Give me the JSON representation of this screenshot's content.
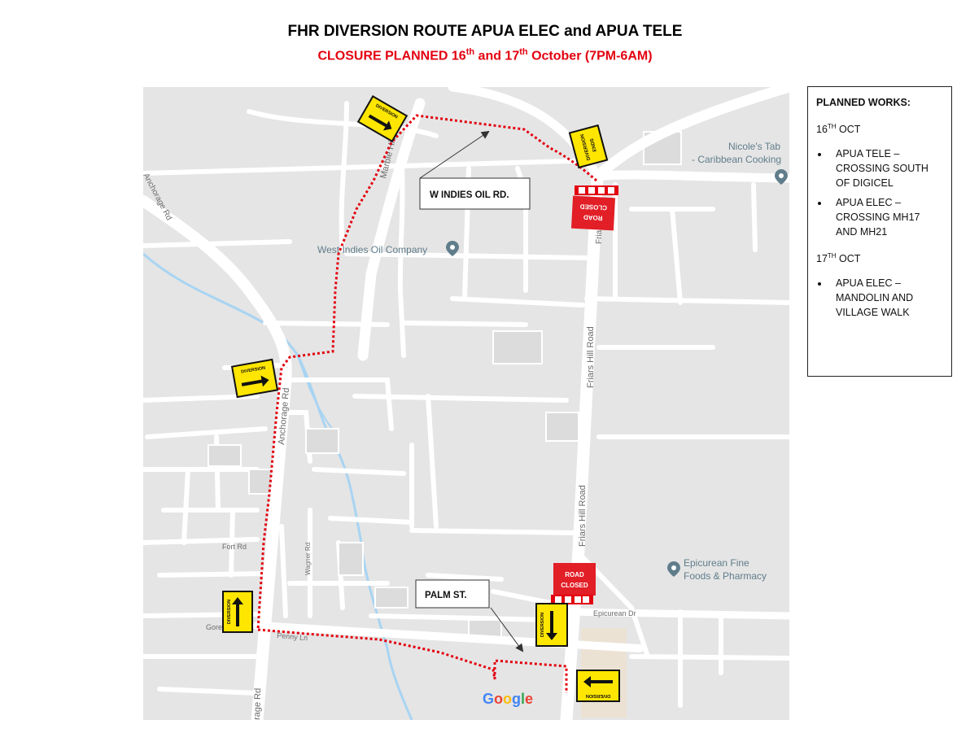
{
  "document": {
    "title": "FHR DIVERSION ROUTE APUA ELEC and APUA TELE",
    "subtitle_parts": [
      "CLOSURE PLANNED 16",
      "th",
      " and 17",
      "th",
      " October (7PM-6AM)"
    ],
    "subtitle_color": "#e3000f"
  },
  "map": {
    "colors": {
      "land": "#e5e5e5",
      "road": "#ffffff",
      "water": "#a8d4f2",
      "route": "#e3000f",
      "sign_yellow": "#ffe600",
      "closed_red": "#e21e26",
      "label": "#6b6b6b",
      "poi": "#607d8b"
    },
    "street_labels": {
      "anchorage_top": "Anchorage Rd",
      "marble_hill": "Marble Hill Rd",
      "friars_top": "Friars",
      "friars_mid": "Friars Hill Road",
      "friars_low": "Friars Hill Road",
      "anchorage_mid": "Anchorage Rd",
      "anchorage_bottom": "rage Rd",
      "fort": "Fort Rd",
      "wagner": "Wagner Rd",
      "gore": "Gore",
      "penny": "Penny Ln",
      "epicurean_dr": "Epicurean Dr"
    },
    "pois": {
      "nicoles_1": "Nicole's Tab",
      "nicoles_2": "- Caribbean Cooking",
      "west_indies_oil": "West Indies Oil Company",
      "epicurean_1": "Epicurean Fine",
      "epicurean_2": "Foods & Pharmacy"
    },
    "callouts": {
      "w_indies": "W INDIES OIL RD.",
      "palm": "PALM ST."
    },
    "signs": {
      "diversion": "DIVERSION",
      "diversion_ends_1": "DIVERSION",
      "diversion_ends_2": "ENDS",
      "road": "ROAD",
      "closed": "CLOSED"
    },
    "google": {
      "letters": [
        "G",
        "o",
        "o",
        "g",
        "l",
        "e"
      ],
      "colors": [
        "#4285f4",
        "#ea4335",
        "#fbbc05",
        "#4285f4",
        "#34a853",
        "#ea4335"
      ]
    },
    "poi_icons": [
      "map-pin-icon",
      "map-pin-icon",
      "restaurant-badge-icon"
    ]
  },
  "planned_works": {
    "heading": "PLANNED WORKS:",
    "days": [
      {
        "day_num": "16",
        "day_sup": "TH",
        "day_suffix": " OCT",
        "items": [
          "APUA TELE – CROSSING SOUTH OF DIGICEL",
          "APUA ELEC – CROSSING MH17 AND MH21"
        ]
      },
      {
        "day_num": "17",
        "day_sup": "TH",
        "day_suffix": " OCT",
        "items": [
          "APUA ELEC – MANDOLIN AND VILLAGE WALK"
        ]
      }
    ]
  }
}
